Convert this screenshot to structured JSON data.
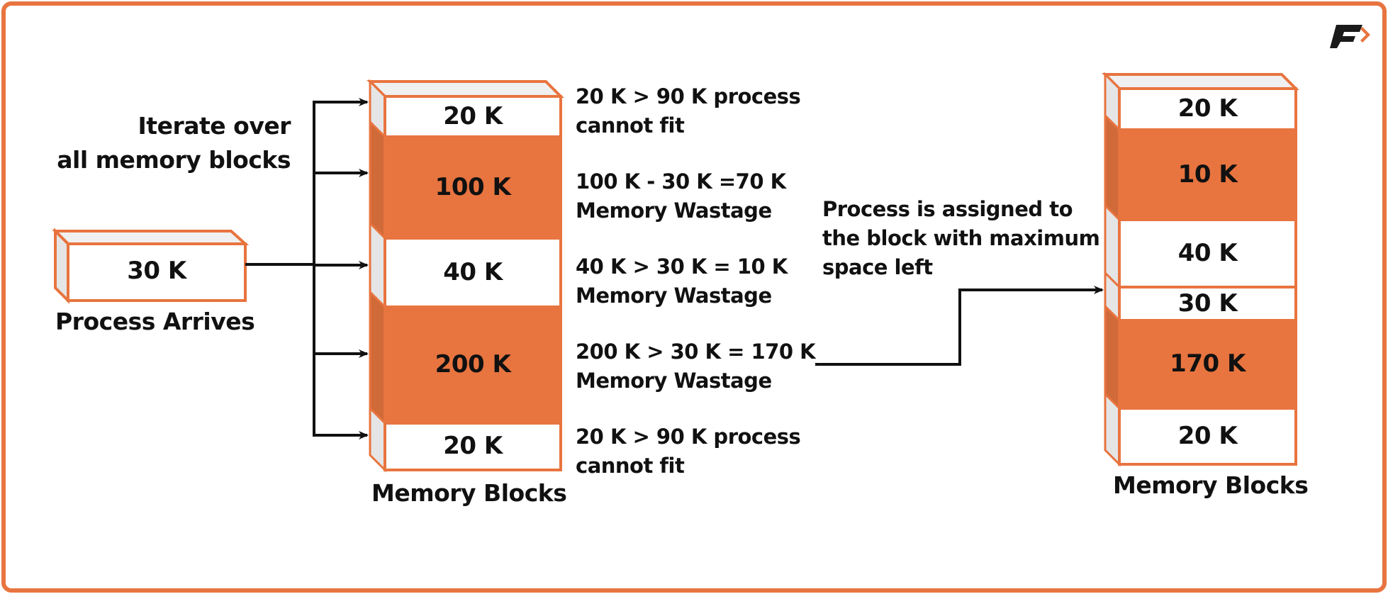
{
  "colors": {
    "accent": "#e8743f",
    "accent_dark": "#d06a38",
    "side_light": "#e5e5e5",
    "top_light": "#f0f0f0",
    "ink": "#111111"
  },
  "logo": {
    "icon": "brand-logo-icon"
  },
  "process": {
    "size_label": "30 K",
    "caption": "Process Arrives"
  },
  "iterate_label": [
    "Iterate over",
    "all memory blocks"
  ],
  "initial_memory": {
    "caption": "Memory Blocks",
    "blocks": [
      {
        "label": "20 K",
        "size_k": 20,
        "filled": false
      },
      {
        "label": "100 K",
        "size_k": 100,
        "filled": true
      },
      {
        "label": "40 K",
        "size_k": 40,
        "filled": false
      },
      {
        "label": "200 K",
        "size_k": 200,
        "filled": true
      },
      {
        "label": "20 K",
        "size_k": 20,
        "filled": false
      }
    ]
  },
  "annotations": [
    {
      "line1": "20 K > 90 K process",
      "line2": "cannot fit"
    },
    {
      "line1": "100 K - 30 K =70 K",
      "line2": "Memory Wastage"
    },
    {
      "line1": "40 K > 30 K = 10 K",
      "line2": "Memory Wastage"
    },
    {
      "line1": "200 K > 30 K = 170 K",
      "line2": "Memory Wastage"
    },
    {
      "line1": "20 K > 90 K process",
      "line2": "cannot fit"
    }
  ],
  "assignment_note": [
    "Process is assigned to",
    "the block with maximum",
    "space left"
  ],
  "final_memory": {
    "caption": "Memory Blocks",
    "blocks": [
      {
        "label": "20 K",
        "size_k": 20,
        "filled": false
      },
      {
        "label": "10 K",
        "size_k": 10,
        "filled": true
      },
      {
        "label": "40 K",
        "size_k": 40,
        "filled": false
      },
      {
        "label": "30 K",
        "size_k": 30,
        "filled": false,
        "allocated": true
      },
      {
        "label": "170 K",
        "size_k": 170,
        "filled": true
      },
      {
        "label": "20 K",
        "size_k": 20,
        "filled": false
      }
    ]
  }
}
